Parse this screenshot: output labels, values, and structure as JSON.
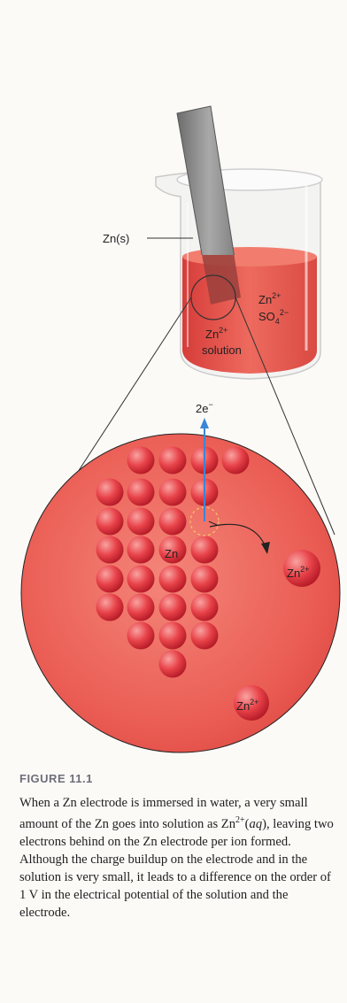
{
  "figure": {
    "label_zn_solid": "Zn(s)",
    "beaker_ion1_base": "Zn",
    "beaker_ion1_charge": "2+",
    "beaker_ion2_base": "SO",
    "beaker_ion2_sub": "4",
    "beaker_ion2_charge": "2−",
    "beaker_solution_ion_base": "Zn",
    "beaker_solution_ion_charge": "2+",
    "beaker_solution_word": "solution",
    "electron_label_base": "2e",
    "electron_label_charge": "−",
    "electrode_label": "Zn",
    "ion_right_base": "Zn",
    "ion_right_charge": "2+",
    "ion_bottom_base": "Zn",
    "ion_bottom_charge": "2+"
  },
  "caption": {
    "title": "FIGURE 11.1",
    "text": "When a Zn electrode is immersed in water, a very small amount of the Zn goes into solution as Zn2+(aq), leaving two electrons behind on the Zn electrode per ion formed. Although the charge buildup on the electrode and in the solution is very small, it leads to a difference on the order of 1 V in the electrical potential of the solution and the electrode."
  },
  "colors": {
    "solution": "#e8544c",
    "sphere": "#e0333d",
    "electron_arrow": "#3a86d6",
    "electrode": "#8c8c8c",
    "title": "#6e6e7a"
  }
}
